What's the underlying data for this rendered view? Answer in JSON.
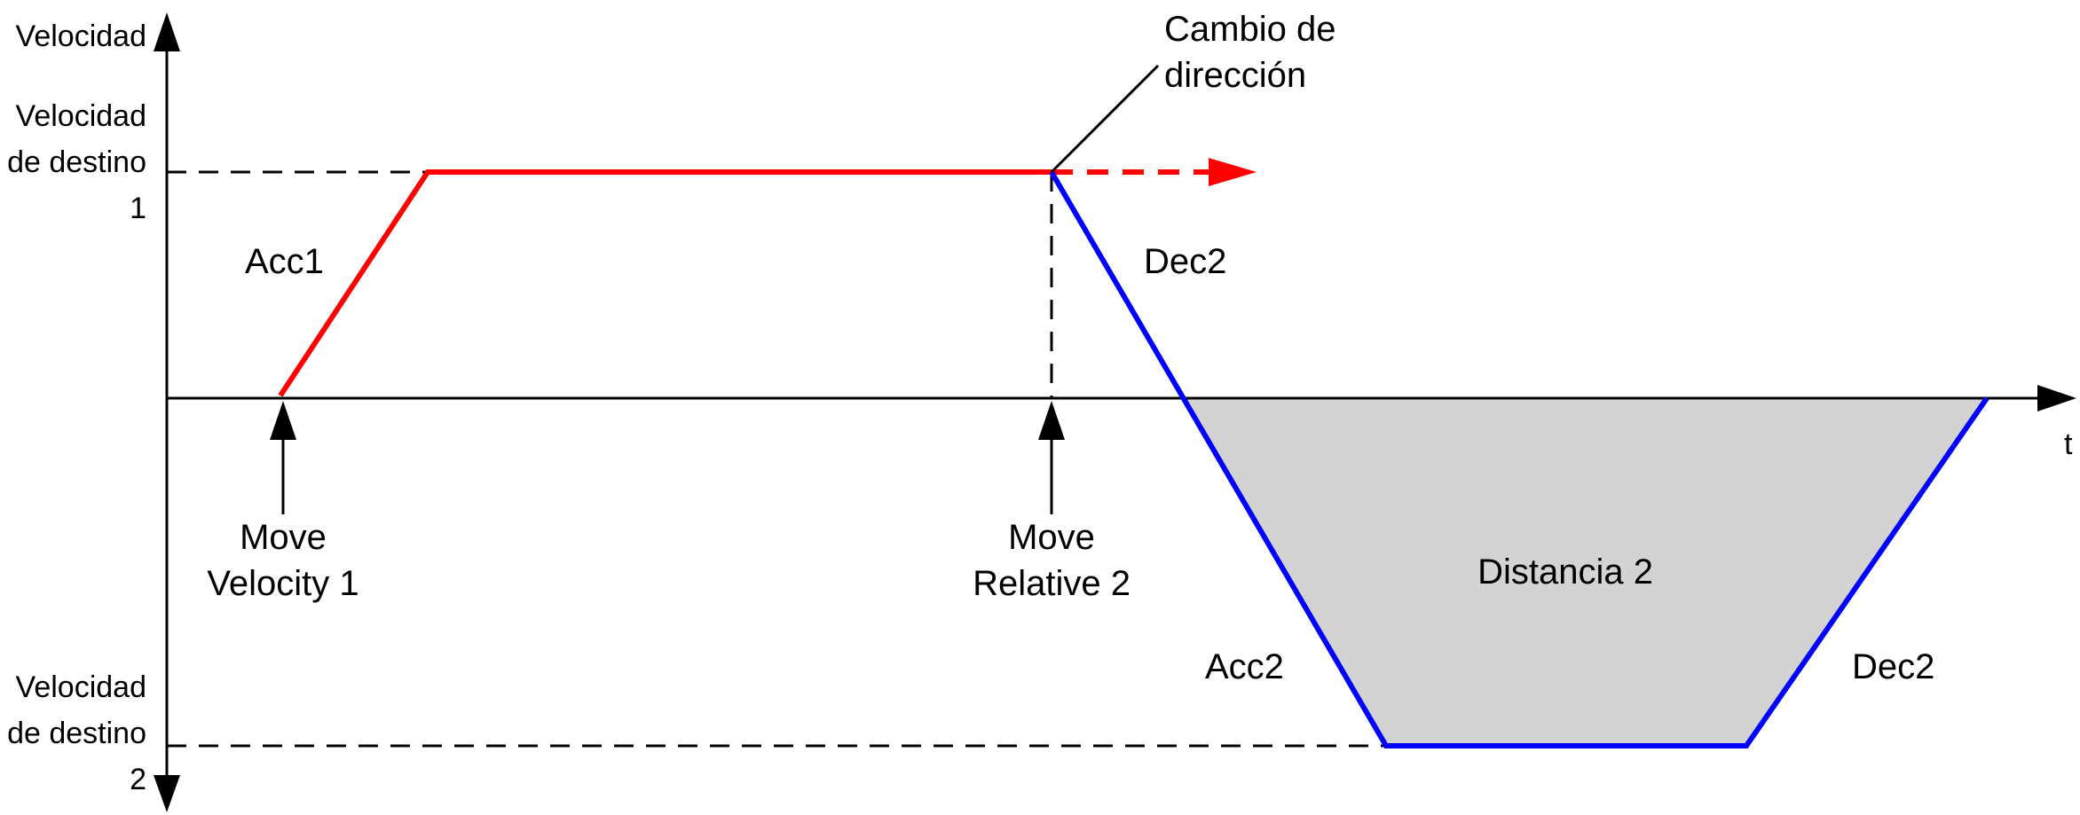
{
  "labels": {
    "y_axis": "Velocidad",
    "x_axis": "t",
    "target_velocity_1": [
      "Velocidad",
      "de destino",
      "1"
    ],
    "target_velocity_2": [
      "Velocidad",
      "de destino",
      "2"
    ],
    "direction_change": [
      "Cambio de",
      "dirección"
    ],
    "acc1": "Acc1",
    "dec2_first": "Dec2",
    "acc2": "Acc2",
    "dec2_second": "Dec2",
    "distance": "Distancia 2",
    "event_move_velocity": [
      "Move",
      "Velocity 1"
    ],
    "event_move_relative": [
      "Move",
      "Relative 2"
    ]
  },
  "colors": {
    "move_velocity_profile": "#ff0000",
    "move_relative_profile": "#0000ff",
    "distance_fill": "#d3d3d3",
    "axes": "#000000"
  }
}
